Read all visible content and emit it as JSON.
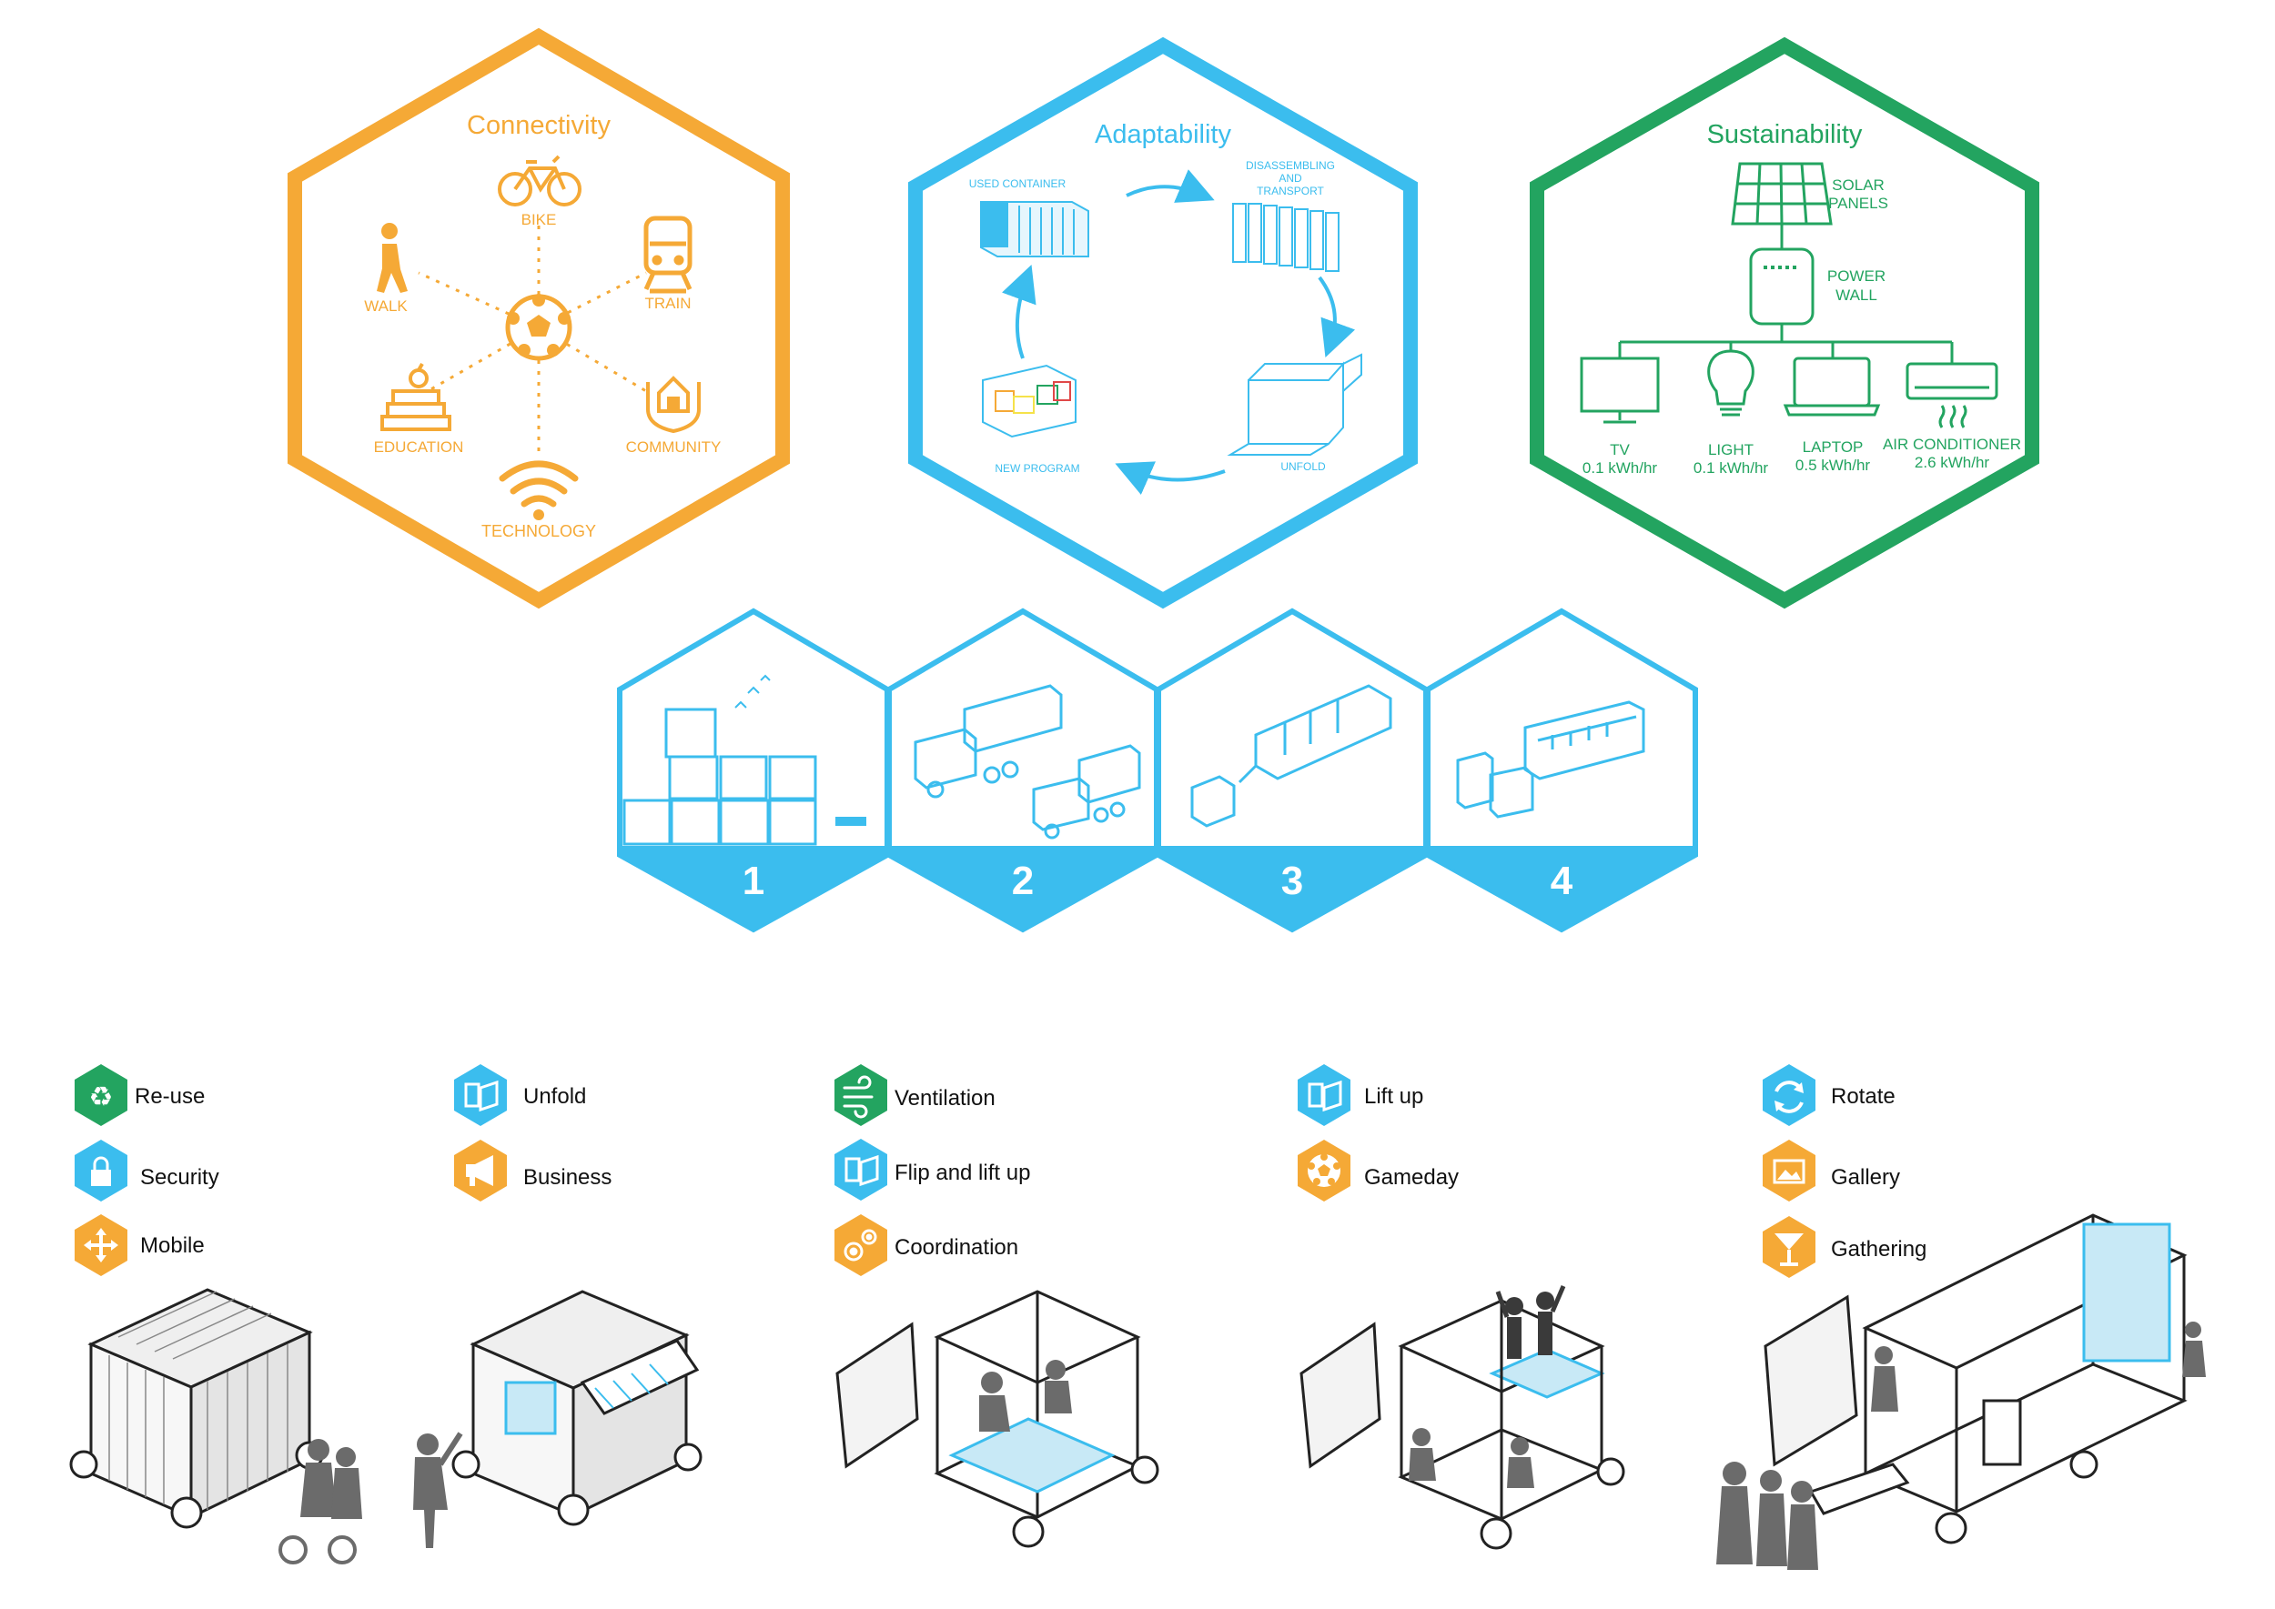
{
  "colors": {
    "orange": "#F5A936",
    "blue": "#3BBDEE",
    "green": "#23A460",
    "dark": "#222222",
    "gray": "#6b6b6b"
  },
  "connectivity": {
    "title": "Connectivity",
    "items": {
      "bike": "BIKE",
      "walk": "WALK",
      "train": "TRAIN",
      "education": "EDUCATION",
      "community": "COMMUNITY",
      "technology": "TECHNOLOGY"
    }
  },
  "adaptability": {
    "title": "Adaptability",
    "steps": {
      "used_container": "USED CONTAINER",
      "disassembling_1": "DISASSEMBLING",
      "disassembling_2": "AND",
      "disassembling_3": "TRANSPORT",
      "unfold": "UNFOLD",
      "new_program": "NEW PROGRAM"
    }
  },
  "sustainability": {
    "title": "Sustainability",
    "solar_1": "SOLAR",
    "solar_2": "PANELS",
    "power_1": "POWER",
    "power_2": "WALL",
    "devices": [
      {
        "name": "TV",
        "usage": "0.1 kWh/hr"
      },
      {
        "name": "LIGHT",
        "usage": "0.1 kWh/hr"
      },
      {
        "name": "LAPTOP",
        "usage": "0.5 kWh/hr"
      },
      {
        "name": "AIR CONDITIONER",
        "usage": "2.6 kWh/hr"
      }
    ]
  },
  "process_steps": [
    "1",
    "2",
    "3",
    "4"
  ],
  "legend_columns": [
    [
      {
        "label": "Re-use",
        "color": "green",
        "icon": "recycle-icon"
      },
      {
        "label": "Security",
        "color": "blue",
        "icon": "lock-icon"
      },
      {
        "label": "Mobile",
        "color": "orange",
        "icon": "move-arrows-icon"
      }
    ],
    [
      {
        "label": "Unfold",
        "color": "blue",
        "icon": "unfold-icon"
      },
      {
        "label": "Business",
        "color": "orange",
        "icon": "megaphone-icon"
      }
    ],
    [
      {
        "label": "Ventilation",
        "color": "green",
        "icon": "wind-icon"
      },
      {
        "label": "Flip and lift up",
        "color": "blue",
        "icon": "flip-icon"
      },
      {
        "label": "Coordination",
        "color": "orange",
        "icon": "gears-icon"
      }
    ],
    [
      {
        "label": "Lift up",
        "color": "blue",
        "icon": "lift-icon"
      },
      {
        "label": "Gameday",
        "color": "orange",
        "icon": "soccer-ball-icon"
      }
    ],
    [
      {
        "label": "Rotate",
        "color": "blue",
        "icon": "rotate-icon"
      },
      {
        "label": "Gallery",
        "color": "orange",
        "icon": "picture-icon"
      },
      {
        "label": "Gathering",
        "color": "orange",
        "icon": "cocktail-icon"
      }
    ]
  ]
}
